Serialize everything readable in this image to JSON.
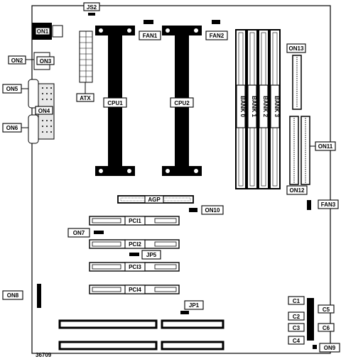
{
  "labels": {
    "js2": "JS2",
    "on1": "ON1",
    "on2": "ON2",
    "on3": "ON3",
    "on4": "ON4",
    "on5": "ON5",
    "on6": "ON6",
    "on7": "ON7",
    "on8": "ON8",
    "on9": "ON9",
    "on10": "ON10",
    "on11": "ON11",
    "on12": "ON12",
    "on13": "ON13",
    "atx": "ATX",
    "cpu1": "CPU1",
    "cpu2": "CPU2",
    "fan1": "FAN1",
    "fan2": "FAN2",
    "fan3": "FAN3",
    "agp": "AGP",
    "pci1": "PCI1",
    "pci2": "PCI2",
    "pci3": "PCI3",
    "pci4": "PCI4",
    "jp5": "JP5",
    "jp1": "JP1",
    "bank0": "BANK 0",
    "bank1": "BANK 1",
    "bank2": "BANK 2",
    "bank3": "BANK 3",
    "c1": "C1",
    "c2": "C2",
    "c3": "C3",
    "c4": "C4",
    "c5": "C5",
    "c6": "C6",
    "figure_id": "36709"
  }
}
